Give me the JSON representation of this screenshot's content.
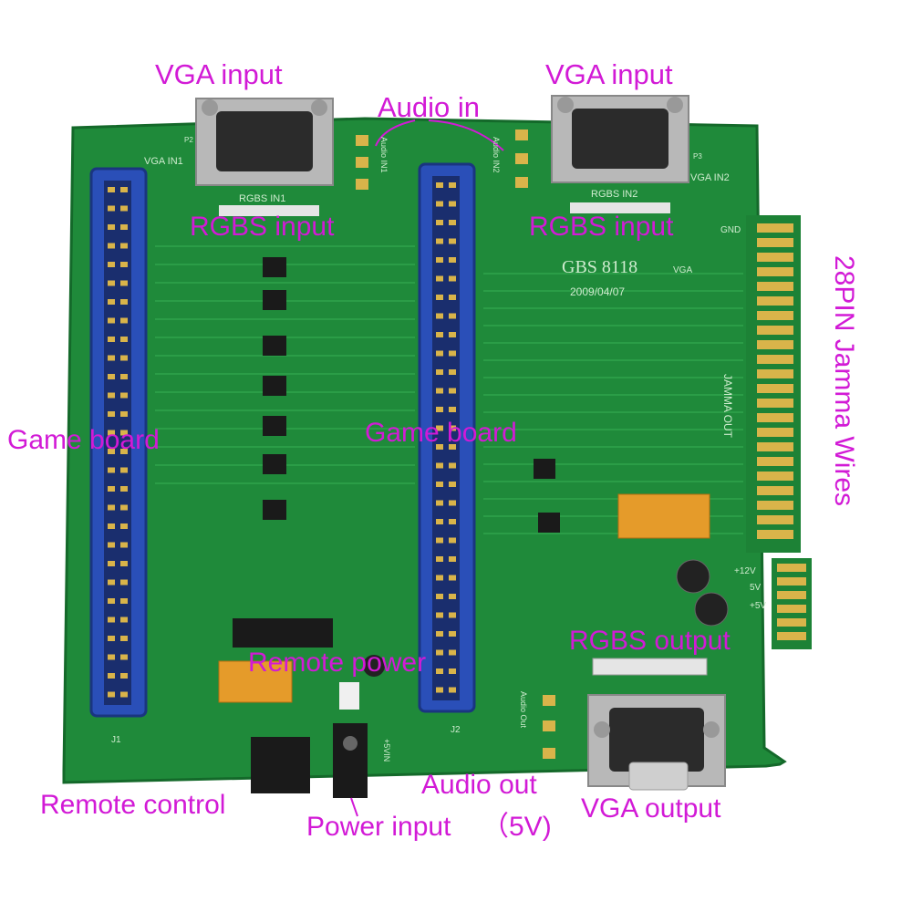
{
  "labels": {
    "vga_input_left": "VGA input",
    "vga_input_right": "VGA input",
    "audio_in": "Audio in",
    "rgbs_input_left": "RGBS input",
    "rgbs_input_right": "RGBS input",
    "game_board_left": "Game board",
    "game_board_right": "Game board",
    "jamma_wires": "28PIN Jamma Wires",
    "remote_power": "Remote power",
    "rgbs_output": "RGBS output",
    "remote_control": "Remote control",
    "power_input": "Power input",
    "audio_out": "Audio out",
    "audio_out_voltage": "（5V)",
    "vga_output": "VGA output"
  },
  "silkscreen": {
    "model": "GBS 8118",
    "model_suffix": "VGA",
    "date": "2009/04/07",
    "vga_in1": "VGA IN1",
    "vga_in2": "VGA IN2",
    "rgbs_in1": "RGBS IN1",
    "rgbs_in2": "RGBS IN2",
    "audio_in1": "Audio IN1",
    "audio_in2": "Audio IN2",
    "jamma_out": "JAMMA OUT",
    "audio_out_silk": "Audio Out",
    "gnd": "GND",
    "j1": "J1",
    "j2": "J2",
    "p2": "P2",
    "p3": "P3",
    "plus5vin": "+5VIN",
    "v12": "+12V",
    "v5": "5V",
    "v5b": "+5V"
  },
  "colors": {
    "pcb": "#1f8a3a",
    "pcb_dark": "#14692a",
    "connector_blue": "#2a4fb8",
    "label": "#d21ad6",
    "gold": "#d9b44a"
  }
}
